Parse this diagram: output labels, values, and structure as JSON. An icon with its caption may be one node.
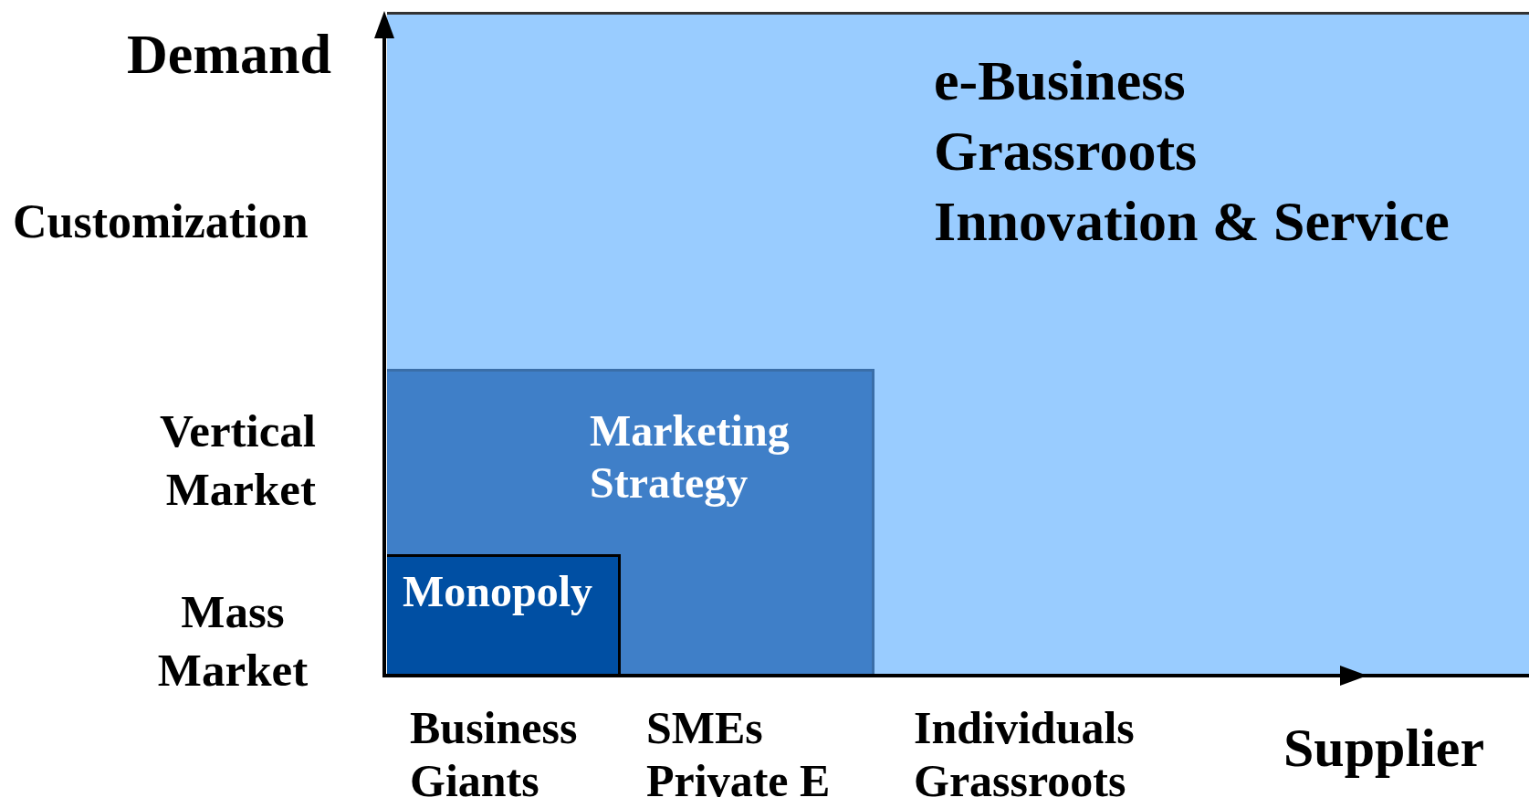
{
  "diagram": {
    "nodes": [
      {
        "text": [
          "e-Business",
          "Grassroots",
          "Innovation & Service"
        ]
      },
      {
        "text": [
          "Marketing Strategy"
        ],
        "in": 0
      },
      {
        "text": [
          "Monopoly"
        ],
        "in": 1
      }
    ],
    "labels": [
      "Demand",
      "Customization",
      "Vertical Market",
      "Mass Market",
      "Business Giants",
      "SMEs Private E",
      "Individuals Grassroots",
      "Supplier"
    ]
  }
}
